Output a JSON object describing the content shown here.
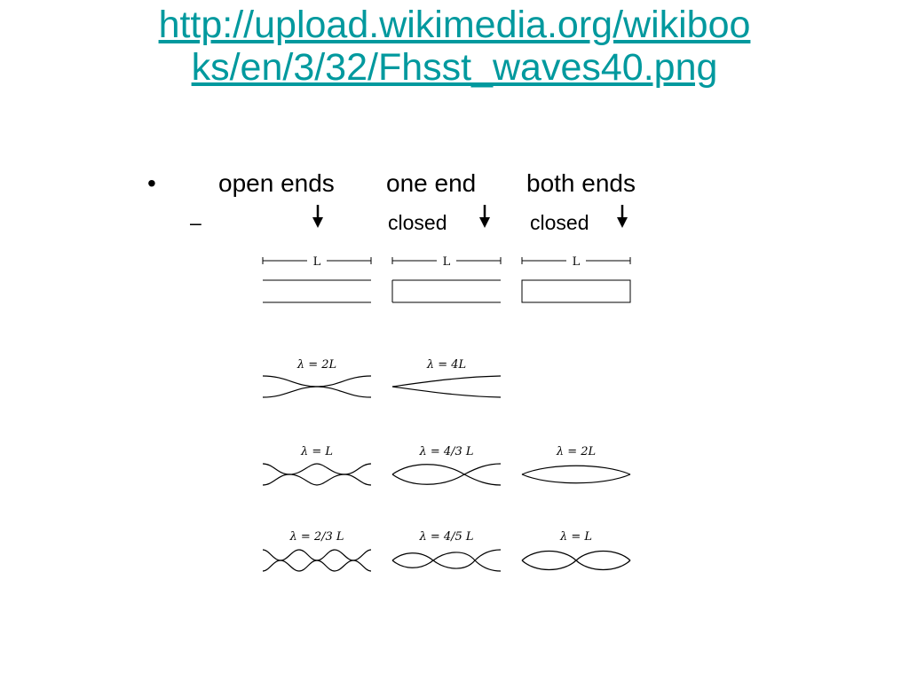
{
  "slide": {
    "title": "http://upload.wikimedia.org/wikibooks/en/3/32/Fhsst_waves40.png",
    "title_line1": "http://upload.wikimedia.org/wikiboo",
    "title_line2": "ks/en/3/32/Fhsst_waves40.png",
    "title_color": "#00999e",
    "bullet_glyph": "•",
    "dash_glyph": "–"
  },
  "columns": [
    {
      "top_label": "open ends",
      "sub_label": ""
    },
    {
      "top_label": "one end",
      "sub_label": "closed"
    },
    {
      "top_label": "both ends",
      "sub_label": "closed"
    }
  ],
  "diagram": {
    "length_label": "L",
    "rows": [
      {
        "labels": [
          "λ = 2L",
          "λ = 4L",
          ""
        ]
      },
      {
        "labels": [
          "λ = L",
          "λ = 4/3 L",
          "λ = 2L"
        ]
      },
      {
        "labels": [
          "λ = 2/3 L",
          "λ = 4/5 L",
          "λ = L"
        ]
      }
    ]
  }
}
